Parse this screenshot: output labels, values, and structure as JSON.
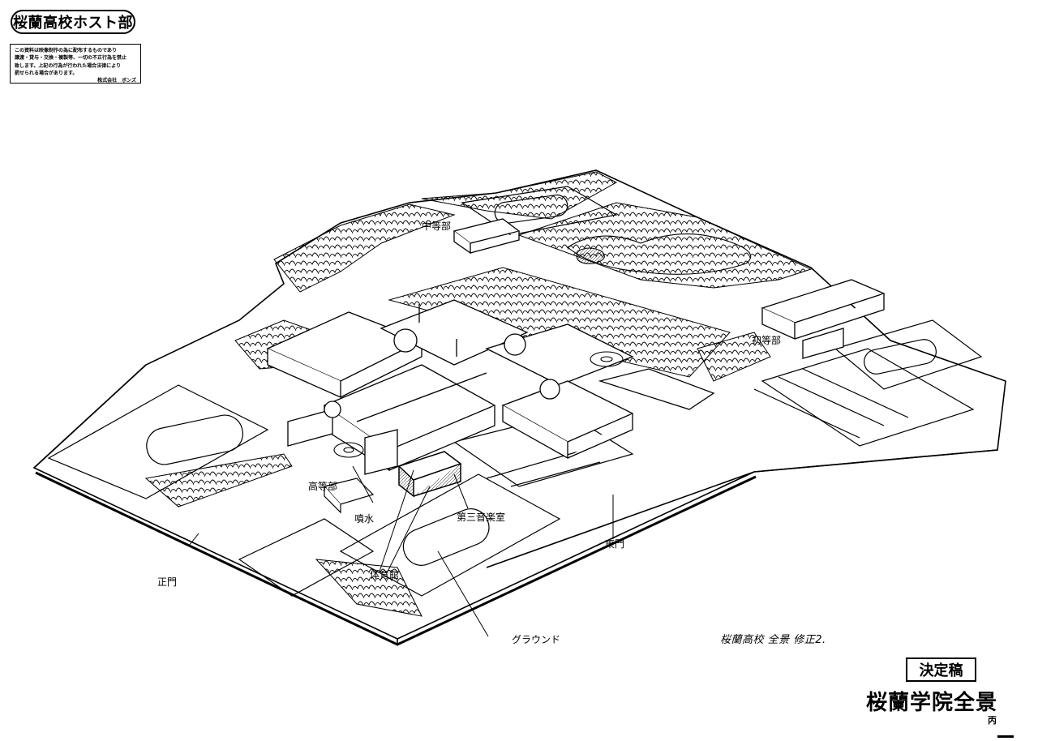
{
  "header": {
    "badge_title": "桜蘭高校ホスト部",
    "notice_lines": [
      "この資料は映像制作の為に配布するものであり",
      "譲渡・貸与・交換・複製等、一切の不正行為を禁止",
      "致します。上記の行為が行われた場合法律により",
      "罰せられる場合があります。"
    ],
    "notice_company": "株式会社　ボンズ"
  },
  "labels": {
    "middle_school": "中等部",
    "elementary": "初等部",
    "high_school": "高等部",
    "fountain": "噴水",
    "music_room": "第三音楽室",
    "east_gate": "東門",
    "main_gate": "正門",
    "gymnasium": "体育館",
    "ground": "グラウンド"
  },
  "footer": {
    "handwritten_note": "桜蘭高校 全景 修正2.",
    "status_stamp": "決定稿",
    "sheet_title": "桜蘭学院全景",
    "page_mark": "丙"
  }
}
